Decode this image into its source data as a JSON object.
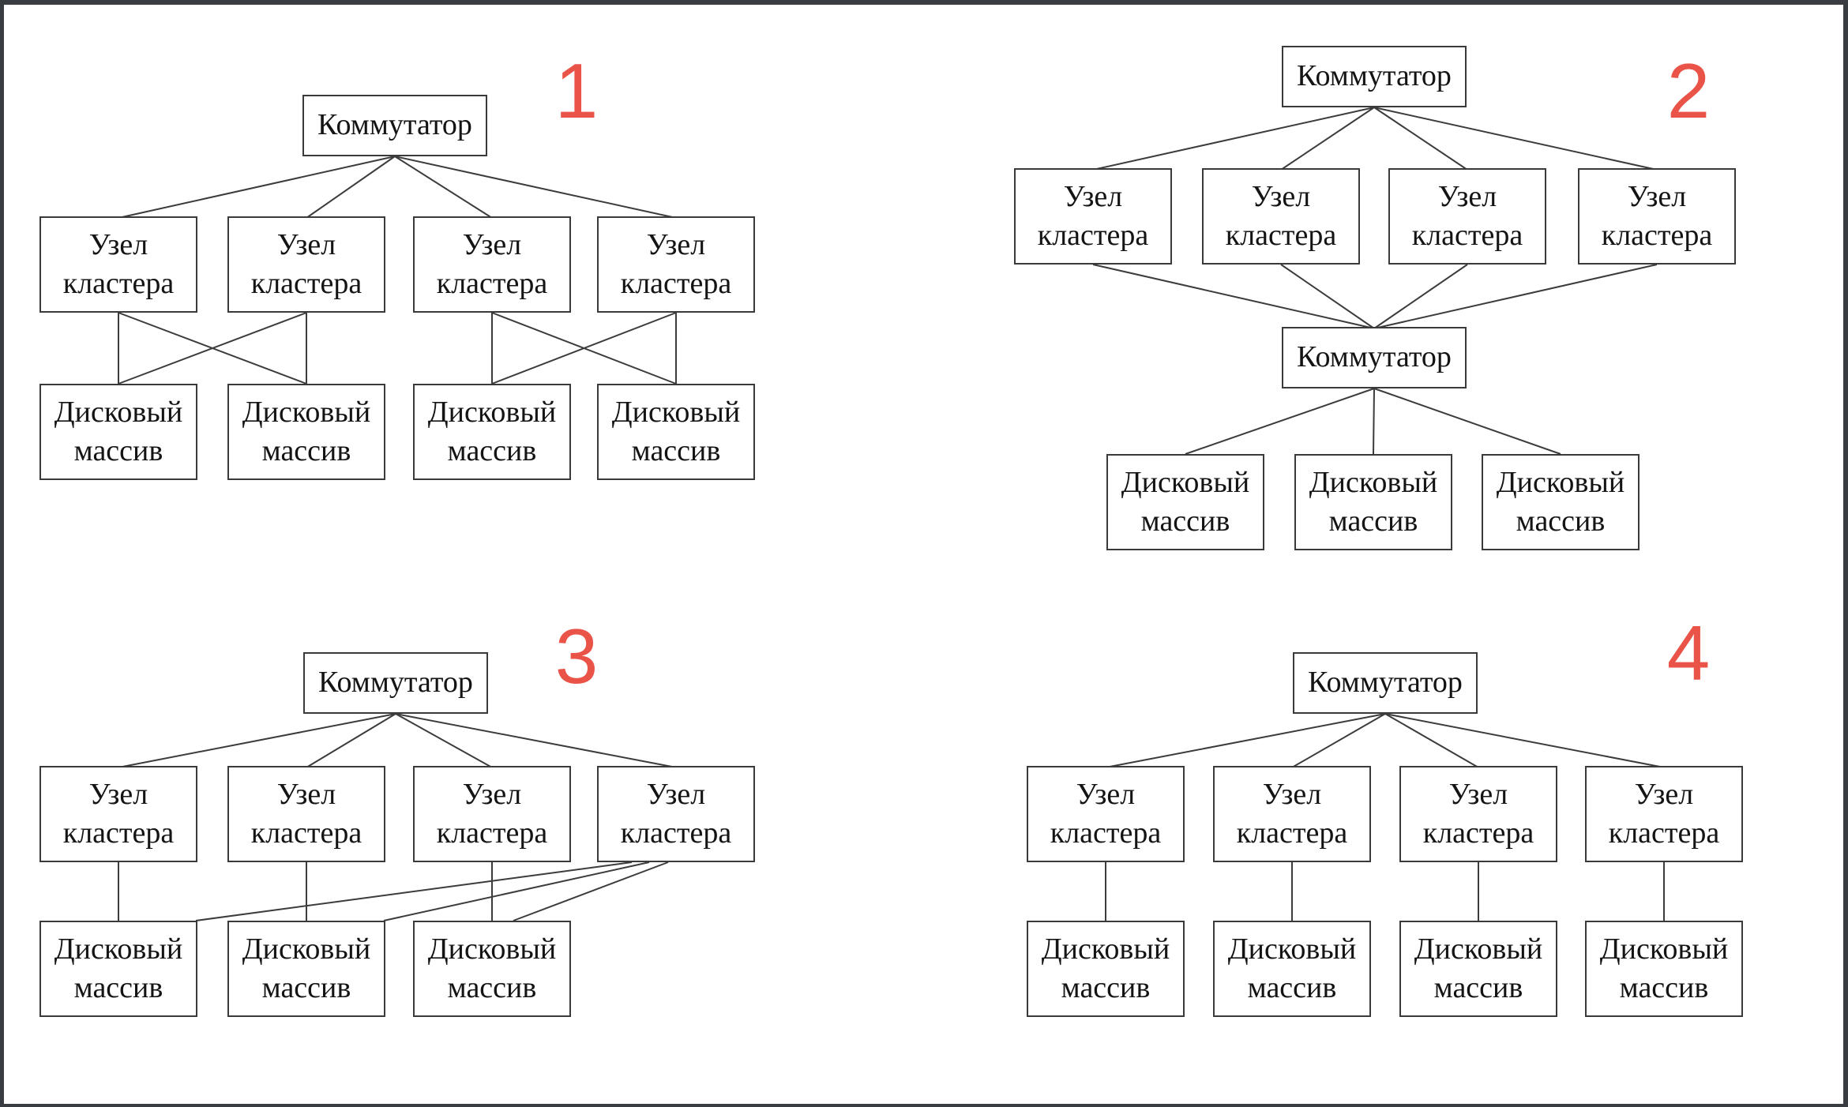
{
  "page": {
    "background": "#ffffff",
    "frame_color": "#393c41",
    "accent_red": "#ea5347",
    "line_color": "#3c3c3c"
  },
  "labels": {
    "switch": "Коммутатор",
    "cluster_node": "Узел\nкластера",
    "disk_array": "Дисковый\nмассив"
  },
  "diagrams": [
    {
      "number": "1",
      "switches": 1,
      "cluster_nodes": 4,
      "disk_arrays": 4
    },
    {
      "number": "2",
      "switches": 2,
      "cluster_nodes": 4,
      "disk_arrays": 3
    },
    {
      "number": "3",
      "switches": 1,
      "cluster_nodes": 4,
      "disk_arrays": 3
    },
    {
      "number": "4",
      "switches": 1,
      "cluster_nodes": 4,
      "disk_arrays": 4
    }
  ]
}
